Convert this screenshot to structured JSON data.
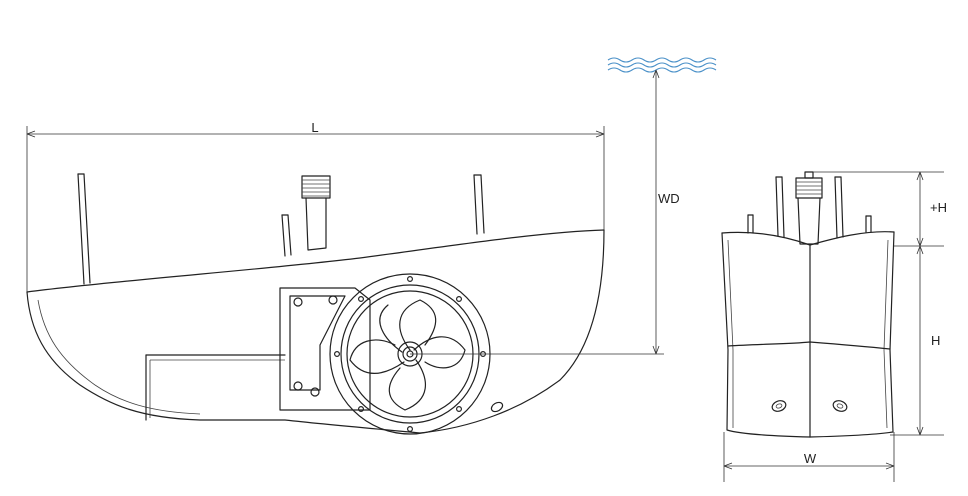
{
  "labels": {
    "length": "L",
    "water_depth": "WD",
    "height_above": "+H",
    "height": "H",
    "width": "W"
  },
  "colors": {
    "line": "#222222",
    "water": "#4a90c8",
    "background": "#ffffff"
  }
}
